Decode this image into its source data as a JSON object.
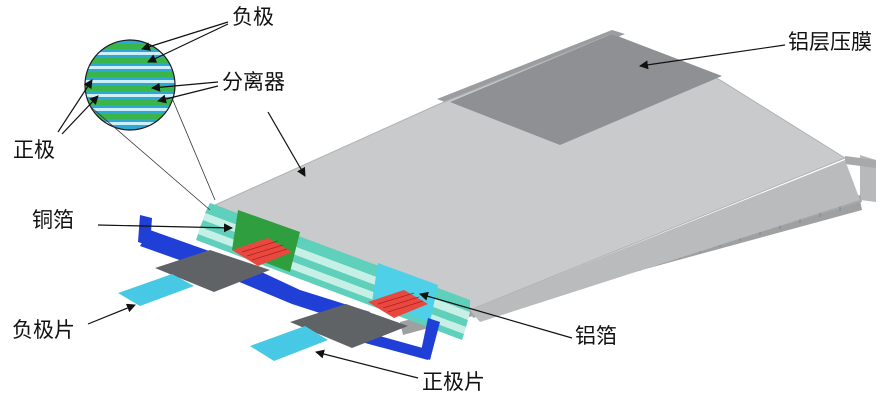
{
  "labels": {
    "negative_electrode": "负极",
    "separator": "分离器",
    "positive_electrode": "正极",
    "aluminum_laminate_film": "铝层压膜",
    "copper_foil": "铜箔",
    "negative_tab": "负极片",
    "aluminum_foil": "铝箔",
    "positive_tab": "正极片"
  },
  "colors": {
    "film_top": "#c8cacb",
    "film_dark": "#8e9093",
    "film_edge": "#a9abad",
    "layer_teal": "#5fd0bb",
    "layer_light": "#c6efe6",
    "copper_foil_green": "#2f9e3f",
    "aluminum_foil_cyan": "#4dd0e8",
    "current_collector_blue": "#1f3fd6",
    "tab_dark": "#606366",
    "tab_contact_red": "#e8483f",
    "lead_light_blue": "#47c9e6",
    "lens_blue": "#2ea7d6",
    "lens_green": "#39b54a"
  }
}
